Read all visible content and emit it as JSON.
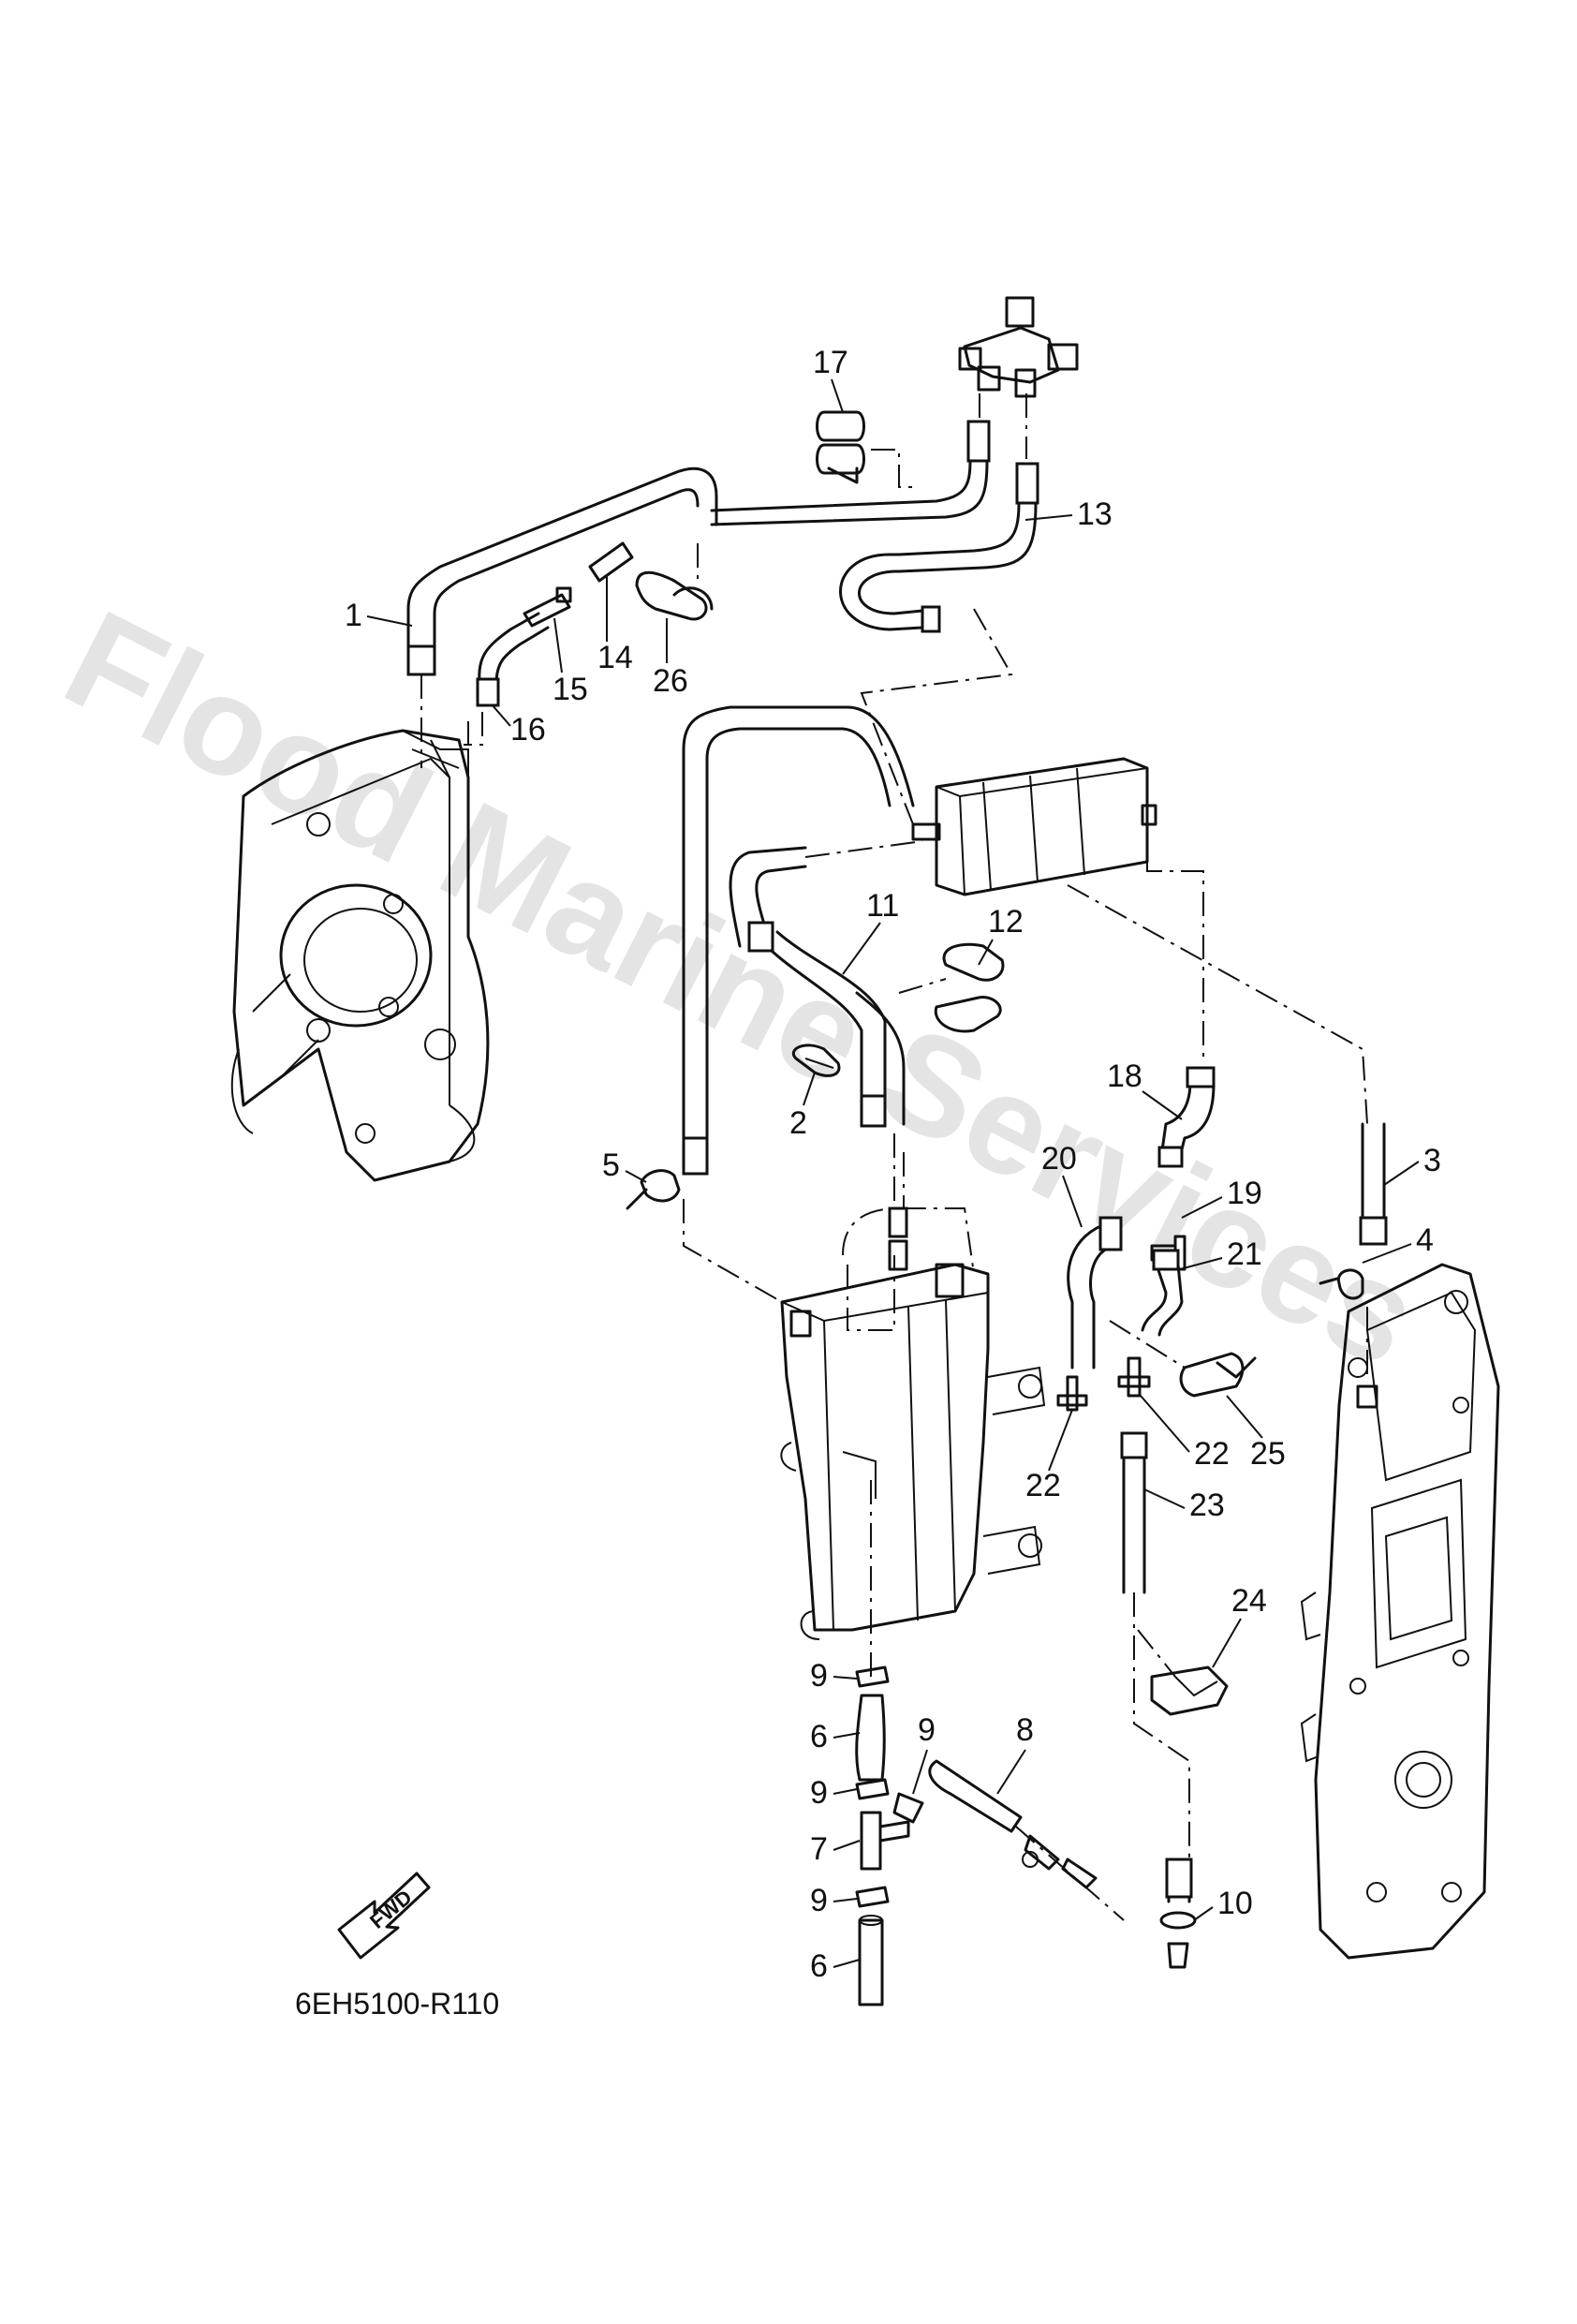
{
  "diagram_code": "6EH5100-R110",
  "watermark": "Flood Marine Services",
  "fwd_label": "FWD",
  "callouts": {
    "c1": "1",
    "c2": "2",
    "c3": "3",
    "c4": "4",
    "c5": "5",
    "c6a": "6",
    "c6b": "6",
    "c7": "7",
    "c8": "8",
    "c9a": "9",
    "c9b": "9",
    "c9c": "9",
    "c9d": "9",
    "c10": "10",
    "c11": "11",
    "c12": "12",
    "c13": "13",
    "c14": "14",
    "c15": "15",
    "c16": "16",
    "c17": "17",
    "c18": "18",
    "c19": "19",
    "c20": "20",
    "c21": "21",
    "c22a": "22",
    "c22b": "22",
    "c23": "23",
    "c24": "24",
    "c25": "25",
    "c26": "26"
  }
}
